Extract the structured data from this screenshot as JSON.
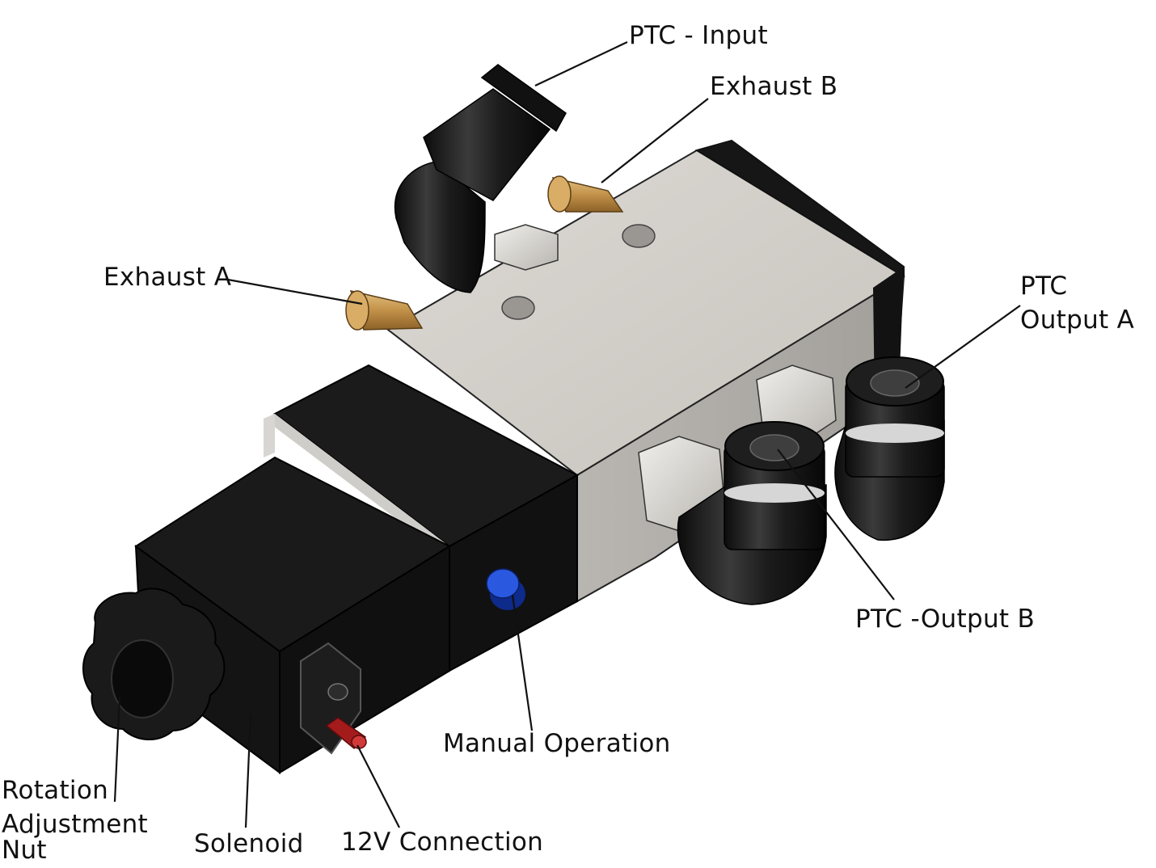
{
  "labels": {
    "ptc_input": "PTC - Input",
    "exhaust_b": "Exhaust B",
    "exhaust_a": "Exhaust A",
    "ptc_output_a_line1": "PTC",
    "ptc_output_a_line2": "Output A",
    "ptc_output_b": "PTC -Output B",
    "manual_operation": "Manual Operation",
    "rotation_line1": "Rotation",
    "rotation_line2": "Adjustment",
    "rotation_line3": "Nut",
    "solenoid": "Solenoid",
    "connection_12v": "12V Connection"
  },
  "colors": {
    "valve_body": "#c9c6c1",
    "black_parts": "#151515",
    "brass": "#c99a55",
    "manual_button": "#1f4fd0",
    "connector_pin": "#b21f1f",
    "nut": "#d2d0cc"
  }
}
